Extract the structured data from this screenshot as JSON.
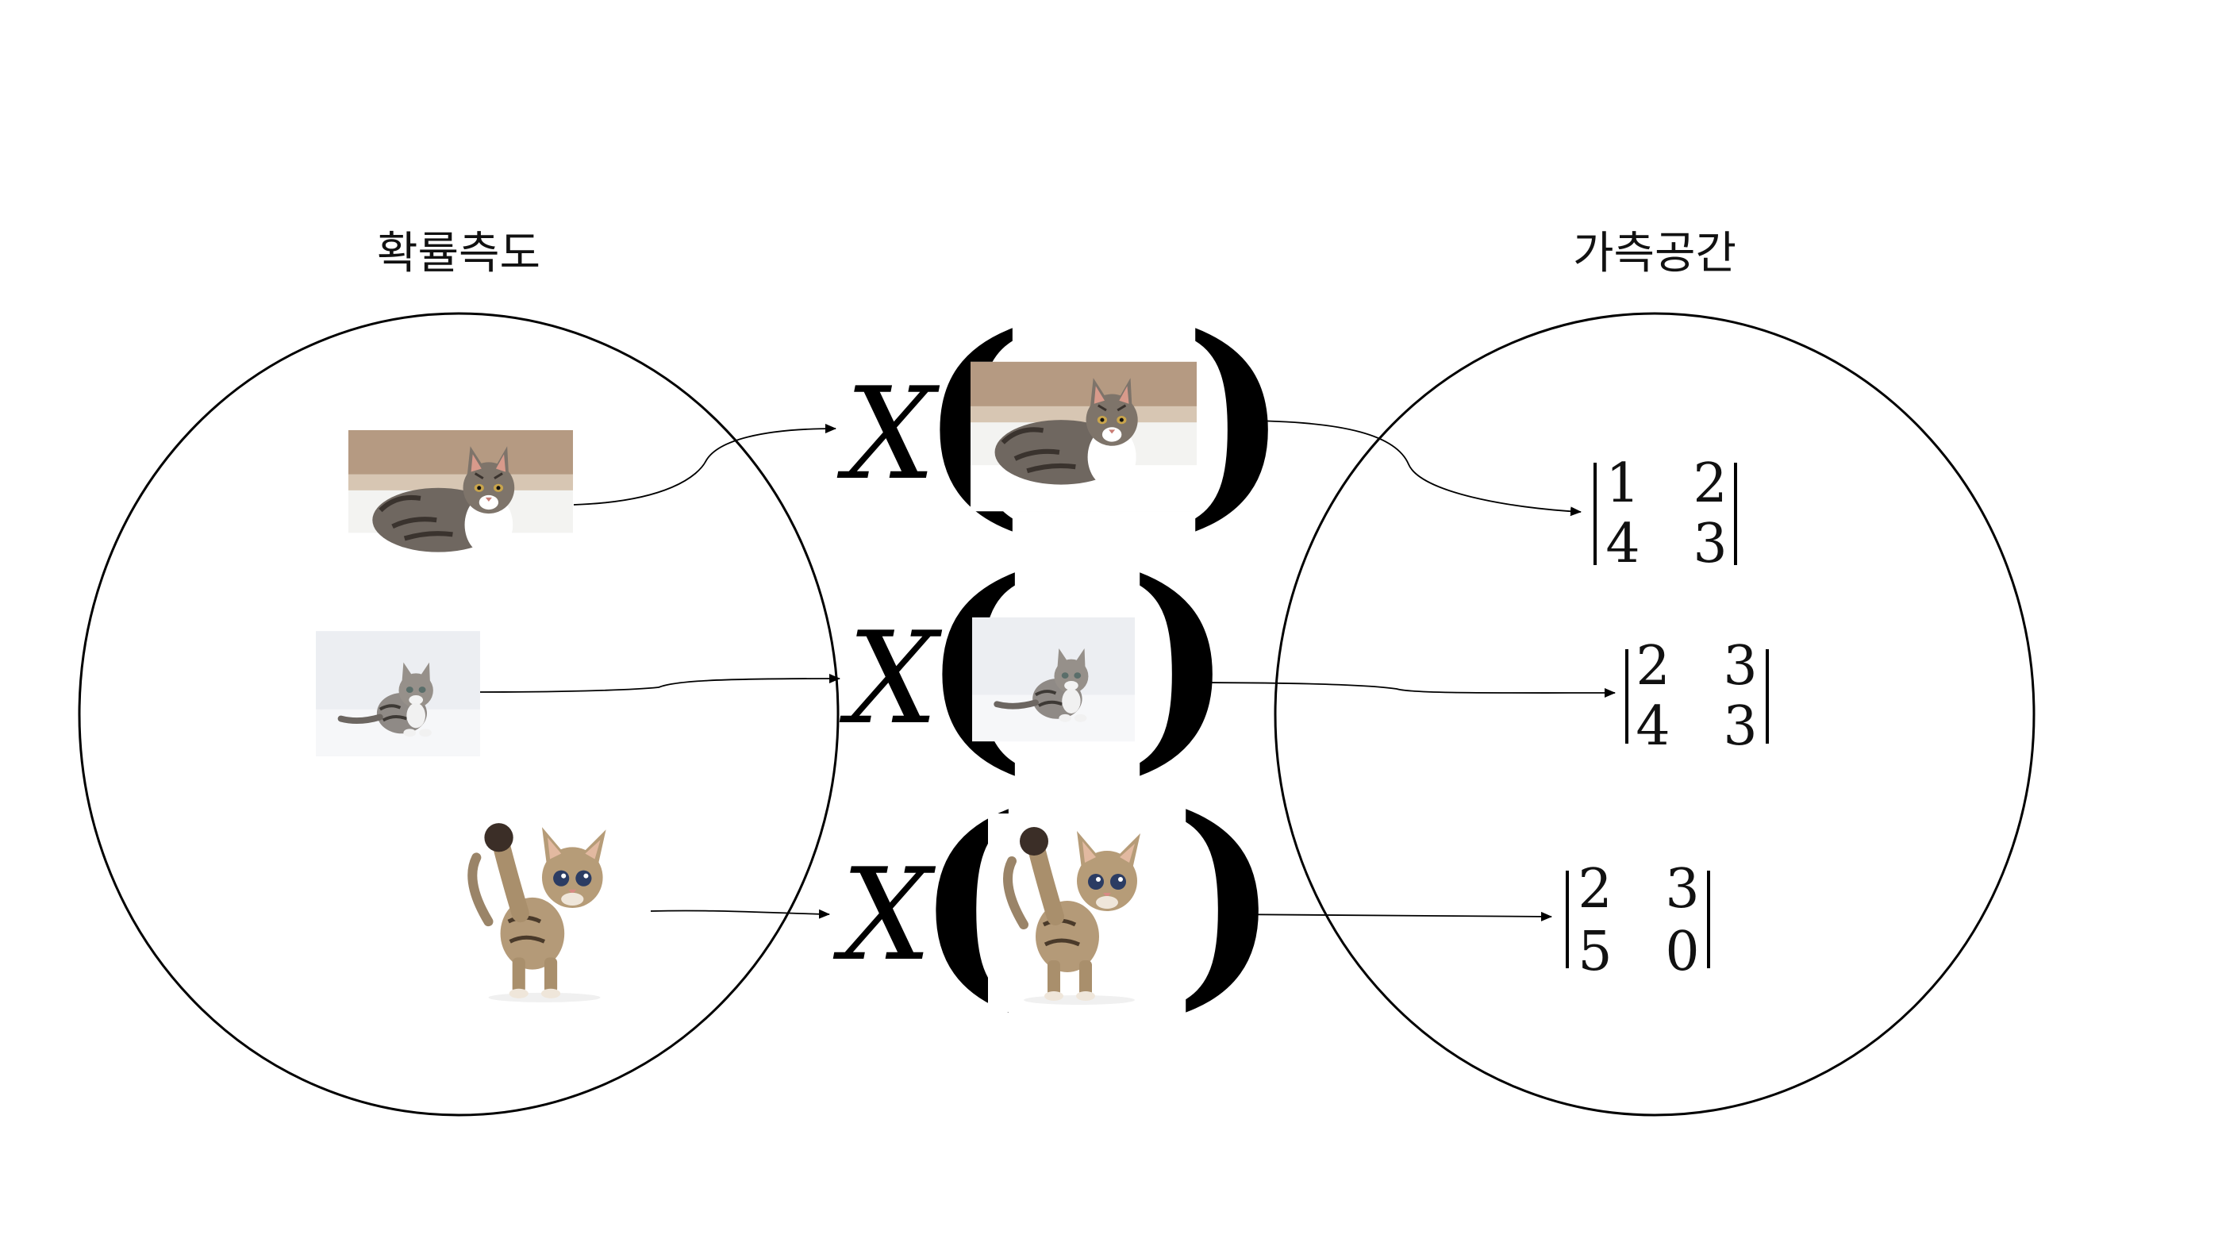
{
  "labels": {
    "left_space": "확률측도",
    "right_space": "가측공간"
  },
  "random_variable_symbol": "X",
  "cat_images": [
    {
      "name": "lying-tabby-cat",
      "icon": "lying-cat-photo-icon"
    },
    {
      "name": "small-kitten",
      "icon": "sitting-kitten-photo-icon"
    },
    {
      "name": "waving-kitten",
      "icon": "waving-kitten-photo-icon"
    }
  ],
  "matrices": [
    {
      "cells": [
        "1",
        "2",
        "4",
        "3"
      ]
    },
    {
      "cells": [
        "2",
        "3",
        "4",
        "3"
      ]
    },
    {
      "cells": [
        "2",
        "3",
        "5",
        "0"
      ]
    }
  ],
  "colors": {
    "stroke": "#000000",
    "background": "#ffffff"
  }
}
